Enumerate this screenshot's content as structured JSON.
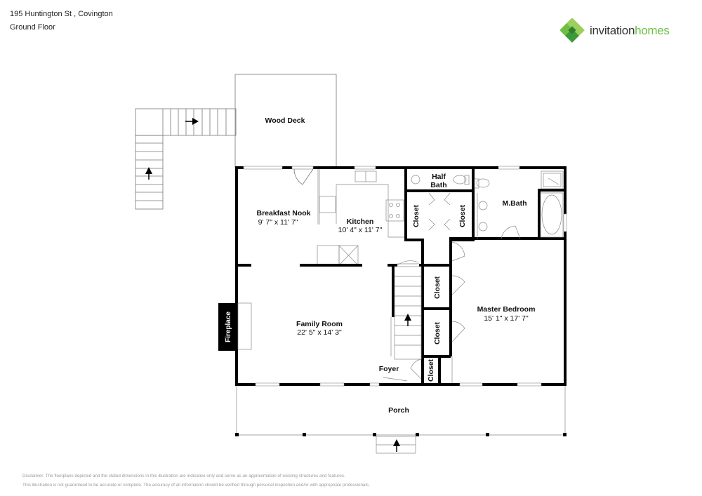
{
  "header": {
    "address": "195 Huntington St , Covington",
    "floor": "Ground Floor"
  },
  "logo": {
    "icon": "invitation-homes-logo-icon",
    "text_part1": "invitation",
    "text_part2": "homes",
    "colors": {
      "dark": "#333333",
      "green": "#6cbf44",
      "light_green": "#9ccf5c",
      "dark_green": "#3d9a3a"
    }
  },
  "rooms": {
    "wood_deck": {
      "name": "Wood Deck"
    },
    "breakfast_nook": {
      "name": "Breakfast Nook",
      "dims": "9' 7\" x 11' 7\""
    },
    "kitchen": {
      "name": "Kitchen",
      "dims": "10' 4\" x 11' 7\""
    },
    "half_bath": {
      "name_line1": "Half",
      "name_line2": "Bath"
    },
    "m_bath": {
      "name": "M.Bath"
    },
    "closet_left": {
      "name": "Closet"
    },
    "closet_right": {
      "name": "Closet"
    },
    "closet_bed_1": {
      "name": "Closet"
    },
    "closet_bed_2": {
      "name": "Closet"
    },
    "closet_foyer": {
      "name": "Closet"
    },
    "family_room": {
      "name": "Family Room",
      "dims": "22' 5\" x 14' 3\""
    },
    "fireplace": {
      "name": "Fireplace"
    },
    "foyer": {
      "name": "Foyer"
    },
    "master_bedroom": {
      "name": "Master Bedroom",
      "dims": "15' 1\" x 17' 7\""
    },
    "porch": {
      "name": "Porch"
    }
  },
  "disclaimer": {
    "line1": "Disclaimer: The floorplans depicted and the stated dimensions in this illustration are indicative only and serve as an approximation of existing structures and features.",
    "line2": "This illustration is not guaranteed to be accurate or complete. The accuracy of all information should be verified through personal inspection and/or with appropriate professionals."
  }
}
